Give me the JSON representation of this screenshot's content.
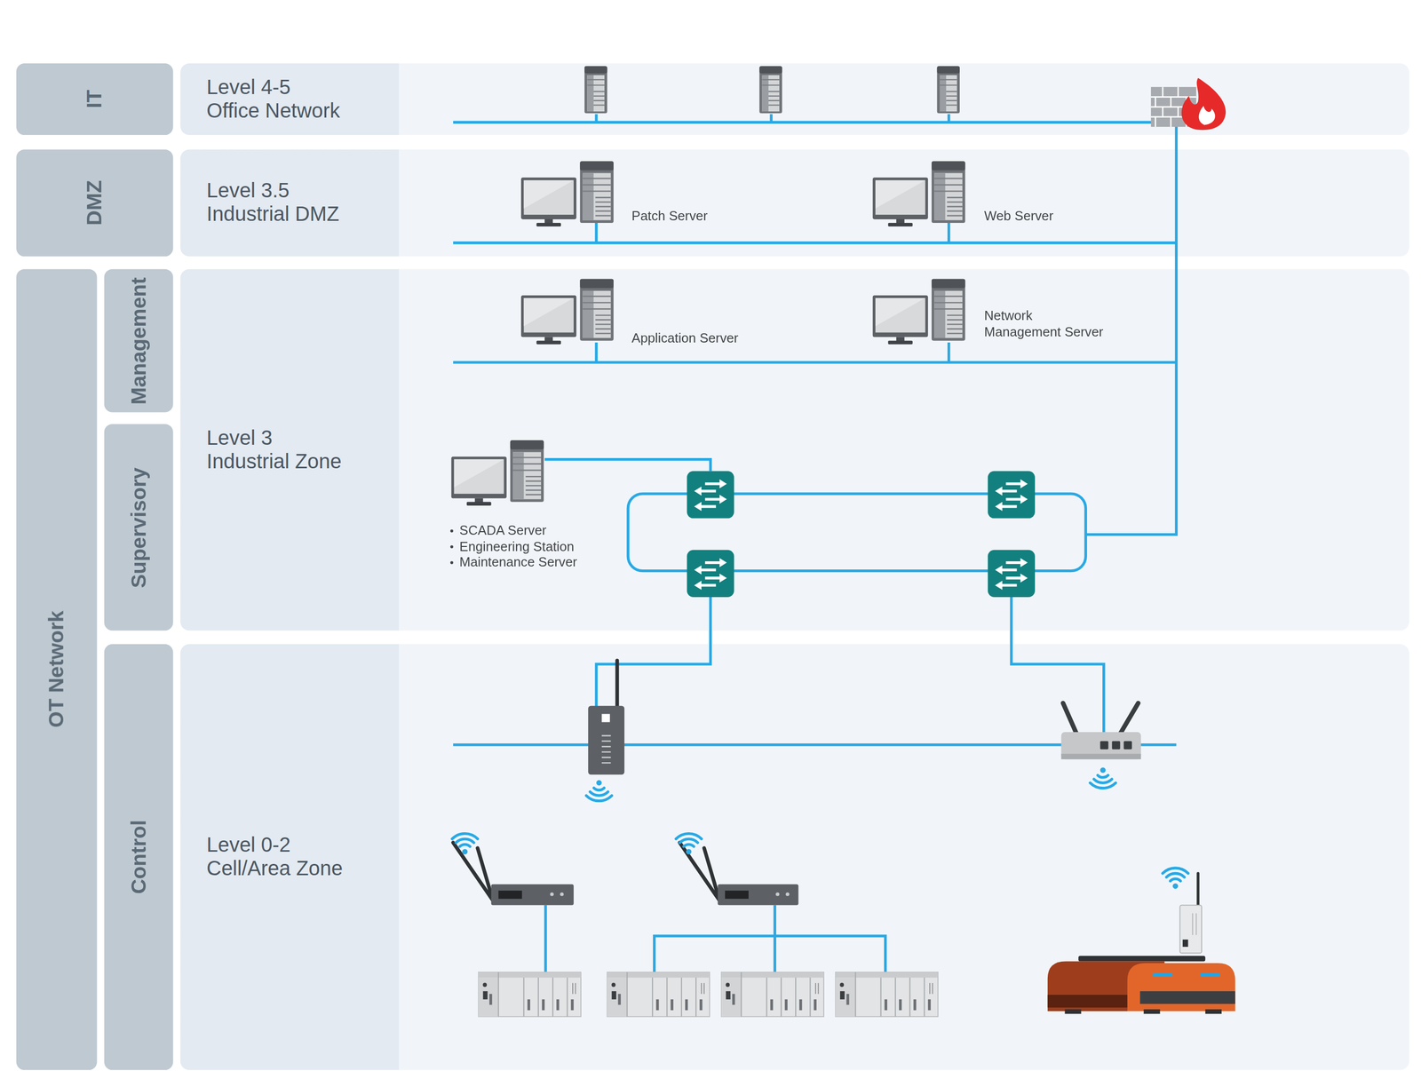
{
  "diagram": {
    "nodes": [
      {
        "text": [
          "IT"
        ]
      },
      {
        "text": [
          "Level 4-5 Office Network"
        ]
      },
      {
        "text": [
          "DMZ"
        ]
      },
      {
        "text": [
          "Level 3.5 Industrial DMZ"
        ]
      },
      {
        "text": [
          "OT Network"
        ]
      },
      {
        "text": [
          "Management"
        ]
      },
      {
        "text": [
          "Supervisory"
        ]
      },
      {
        "text": [
          "Level 3 Industrial Zone"
        ]
      },
      {
        "text": [
          "Control"
        ]
      },
      {
        "text": [
          "Level 0-2 Cell/Area Zone"
        ]
      }
    ],
    "labels": [
      "Patch Server",
      "Web Server",
      "Application Server",
      "Network Management Server",
      "SCADA Server",
      "Engineering Station",
      "Maintenance Server"
    ]
  }
}
